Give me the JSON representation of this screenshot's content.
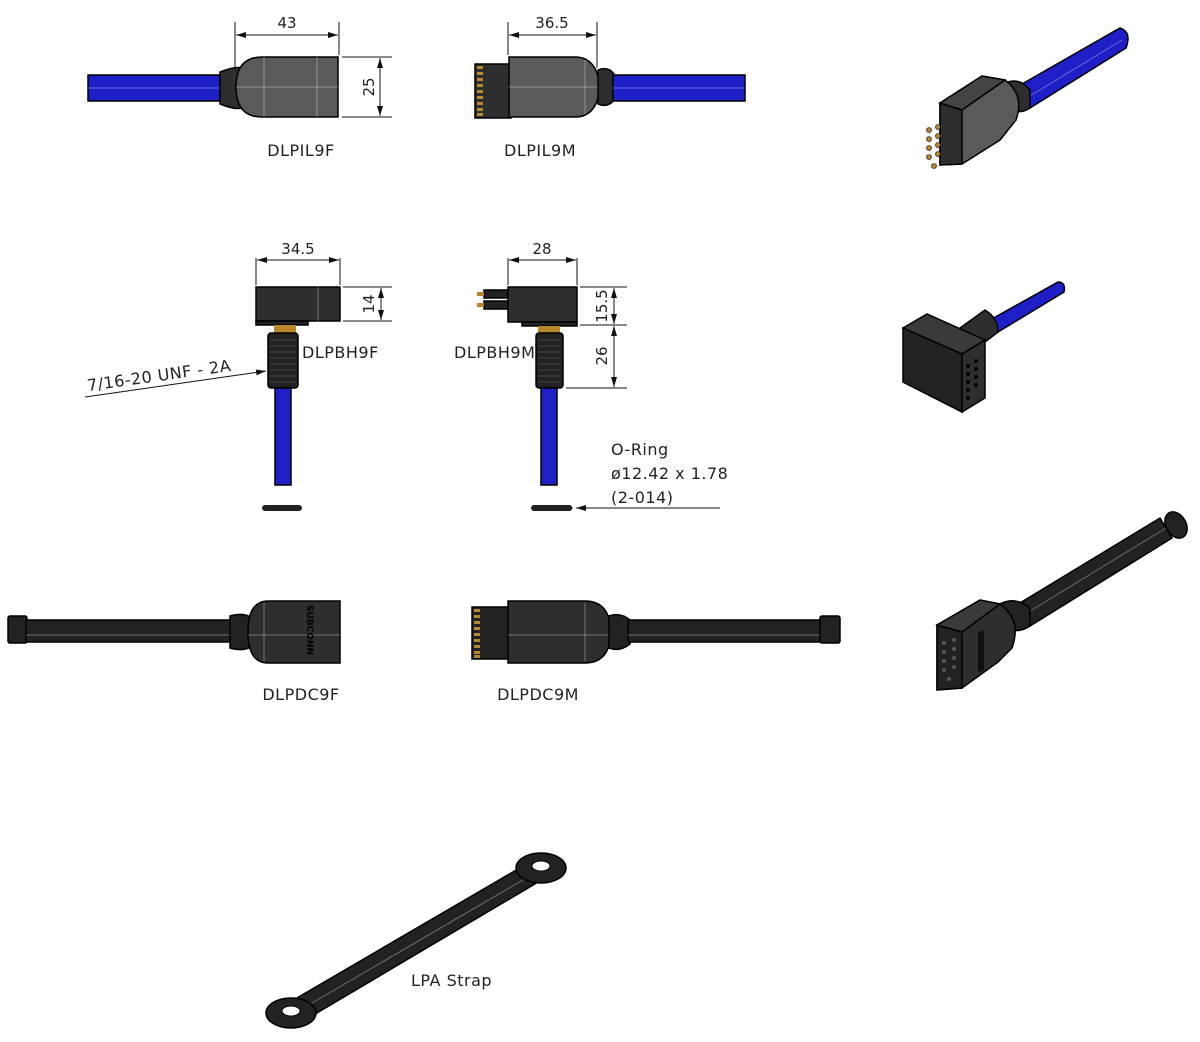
{
  "drawing": {
    "units": "mm",
    "parts": [
      {
        "id": "dlpil9f",
        "label": "DLPIL9F",
        "view": "side",
        "cable_color": "blue",
        "dims": {
          "length": "43",
          "height": "25"
        }
      },
      {
        "id": "dlpil9m",
        "label": "DLPIL9M",
        "view": "side",
        "cable_color": "blue",
        "dims": {
          "length": "36.5"
        }
      },
      {
        "id": "dlpbh9f",
        "label": "DLPBH9F",
        "view": "side",
        "cable_color": "blue",
        "dims": {
          "width": "34.5",
          "height": "14"
        },
        "thread_callout": "7/16-20 UNF - 2A"
      },
      {
        "id": "dlpbh9m",
        "label": "DLPBH9M",
        "view": "side",
        "cable_color": "blue",
        "dims": {
          "width": "28",
          "height": "15.5",
          "thread_length": "26"
        }
      },
      {
        "id": "dlpdc9f",
        "label": "DLPDC9F",
        "view": "side",
        "cable_color": "black",
        "marking": "SUBCONN"
      },
      {
        "id": "dlpdc9m",
        "label": "DLPDC9M",
        "view": "side",
        "cable_color": "black"
      },
      {
        "id": "lpa-strap",
        "label": "LPA Strap",
        "view": "isometric"
      }
    ],
    "oring": {
      "title": "O-Ring",
      "size": "ø12.42 x 1.78",
      "code": "(2-014)"
    },
    "isometric_views": [
      {
        "id": "iso-dlpil9m",
        "depicts": "DLPIL9M"
      },
      {
        "id": "iso-dlpbh9f",
        "depicts": "DLPBH9F"
      },
      {
        "id": "iso-dlpdc9f",
        "depicts": "DLPDC9F"
      }
    ]
  },
  "colors": {
    "cable_blue": "#1f1fc8",
    "body_dark": "#2e2e2e",
    "body_grey": "#5a5a5a",
    "contact_gold": "#b8862b",
    "background": "#ffffff"
  }
}
